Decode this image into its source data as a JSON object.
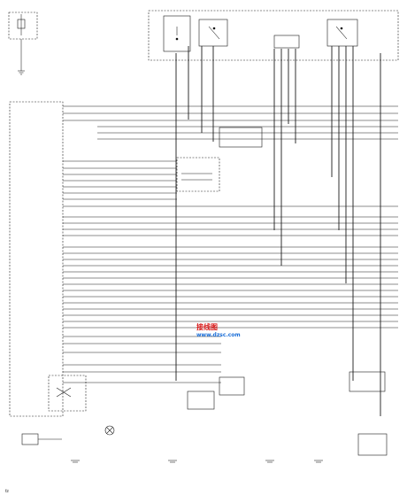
{
  "diagram": {
    "page_code": "f2",
    "watermark": {
      "name": "接线图",
      "site": "www.dzsc.com"
    }
  }
}
